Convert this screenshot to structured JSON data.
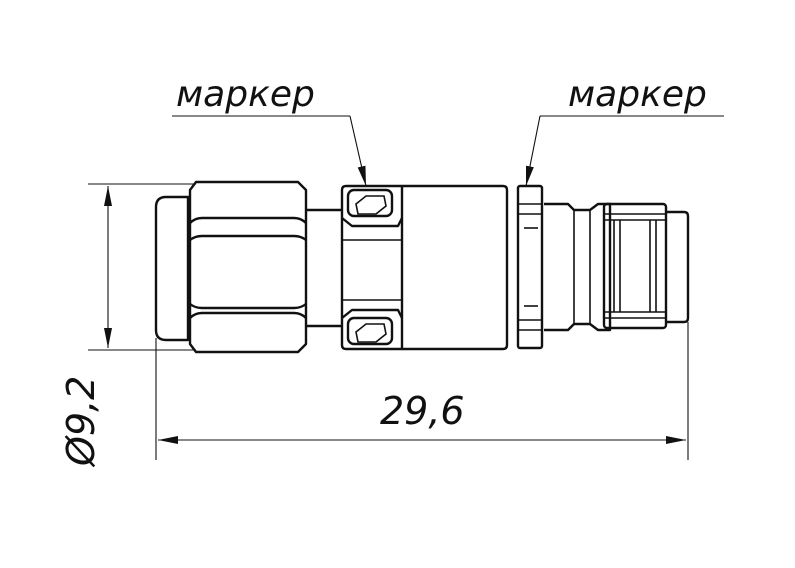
{
  "labels": {
    "marker_left": "маркер",
    "marker_right": "маркер"
  },
  "dimensions": {
    "diameter": "Ø9,2",
    "length": "29,6"
  }
}
